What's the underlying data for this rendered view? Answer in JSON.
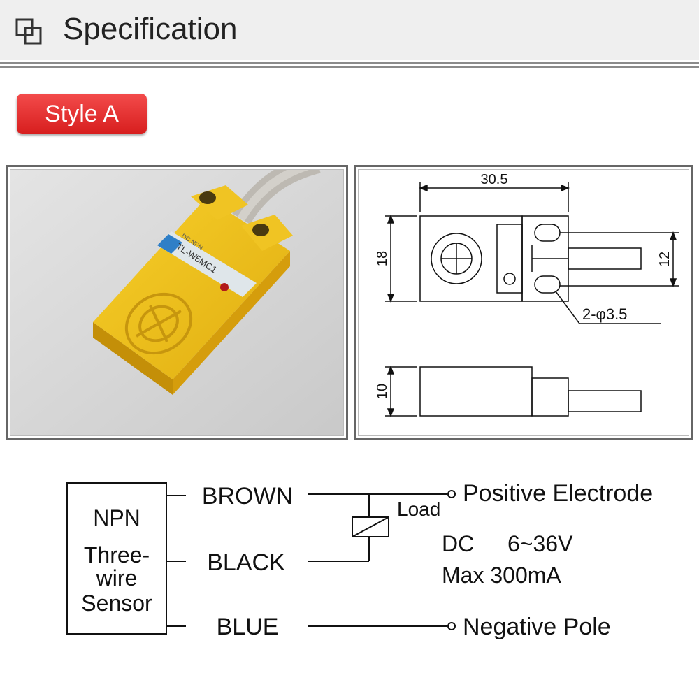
{
  "header": {
    "title": "Specification",
    "icon": "overlap-squares-icon"
  },
  "badge": {
    "label": "Style A",
    "color": "#e22b2b"
  },
  "photo": {
    "label_line1": "TL-W5MC1",
    "label_line2": "DC NPN",
    "body_color": "#f2c21b"
  },
  "drawing": {
    "dim_width": "30.5",
    "dim_height": "18",
    "dim_holes_spacing": "12",
    "dim_holes": "2-φ3.5",
    "dim_thickness": "10"
  },
  "wiring": {
    "box_line1": "NPN",
    "box_line2": "Three-",
    "box_line3": "wire",
    "box_line4": "Sensor",
    "wire_brown": "BROWN",
    "wire_black": "BLACK",
    "wire_blue": "BLUE",
    "load": "Load",
    "positive": "Positive Electrode",
    "negative": "Negative Pole",
    "dc_label": "DC",
    "voltage": "6~36V",
    "max_current": "Max 300mA"
  }
}
